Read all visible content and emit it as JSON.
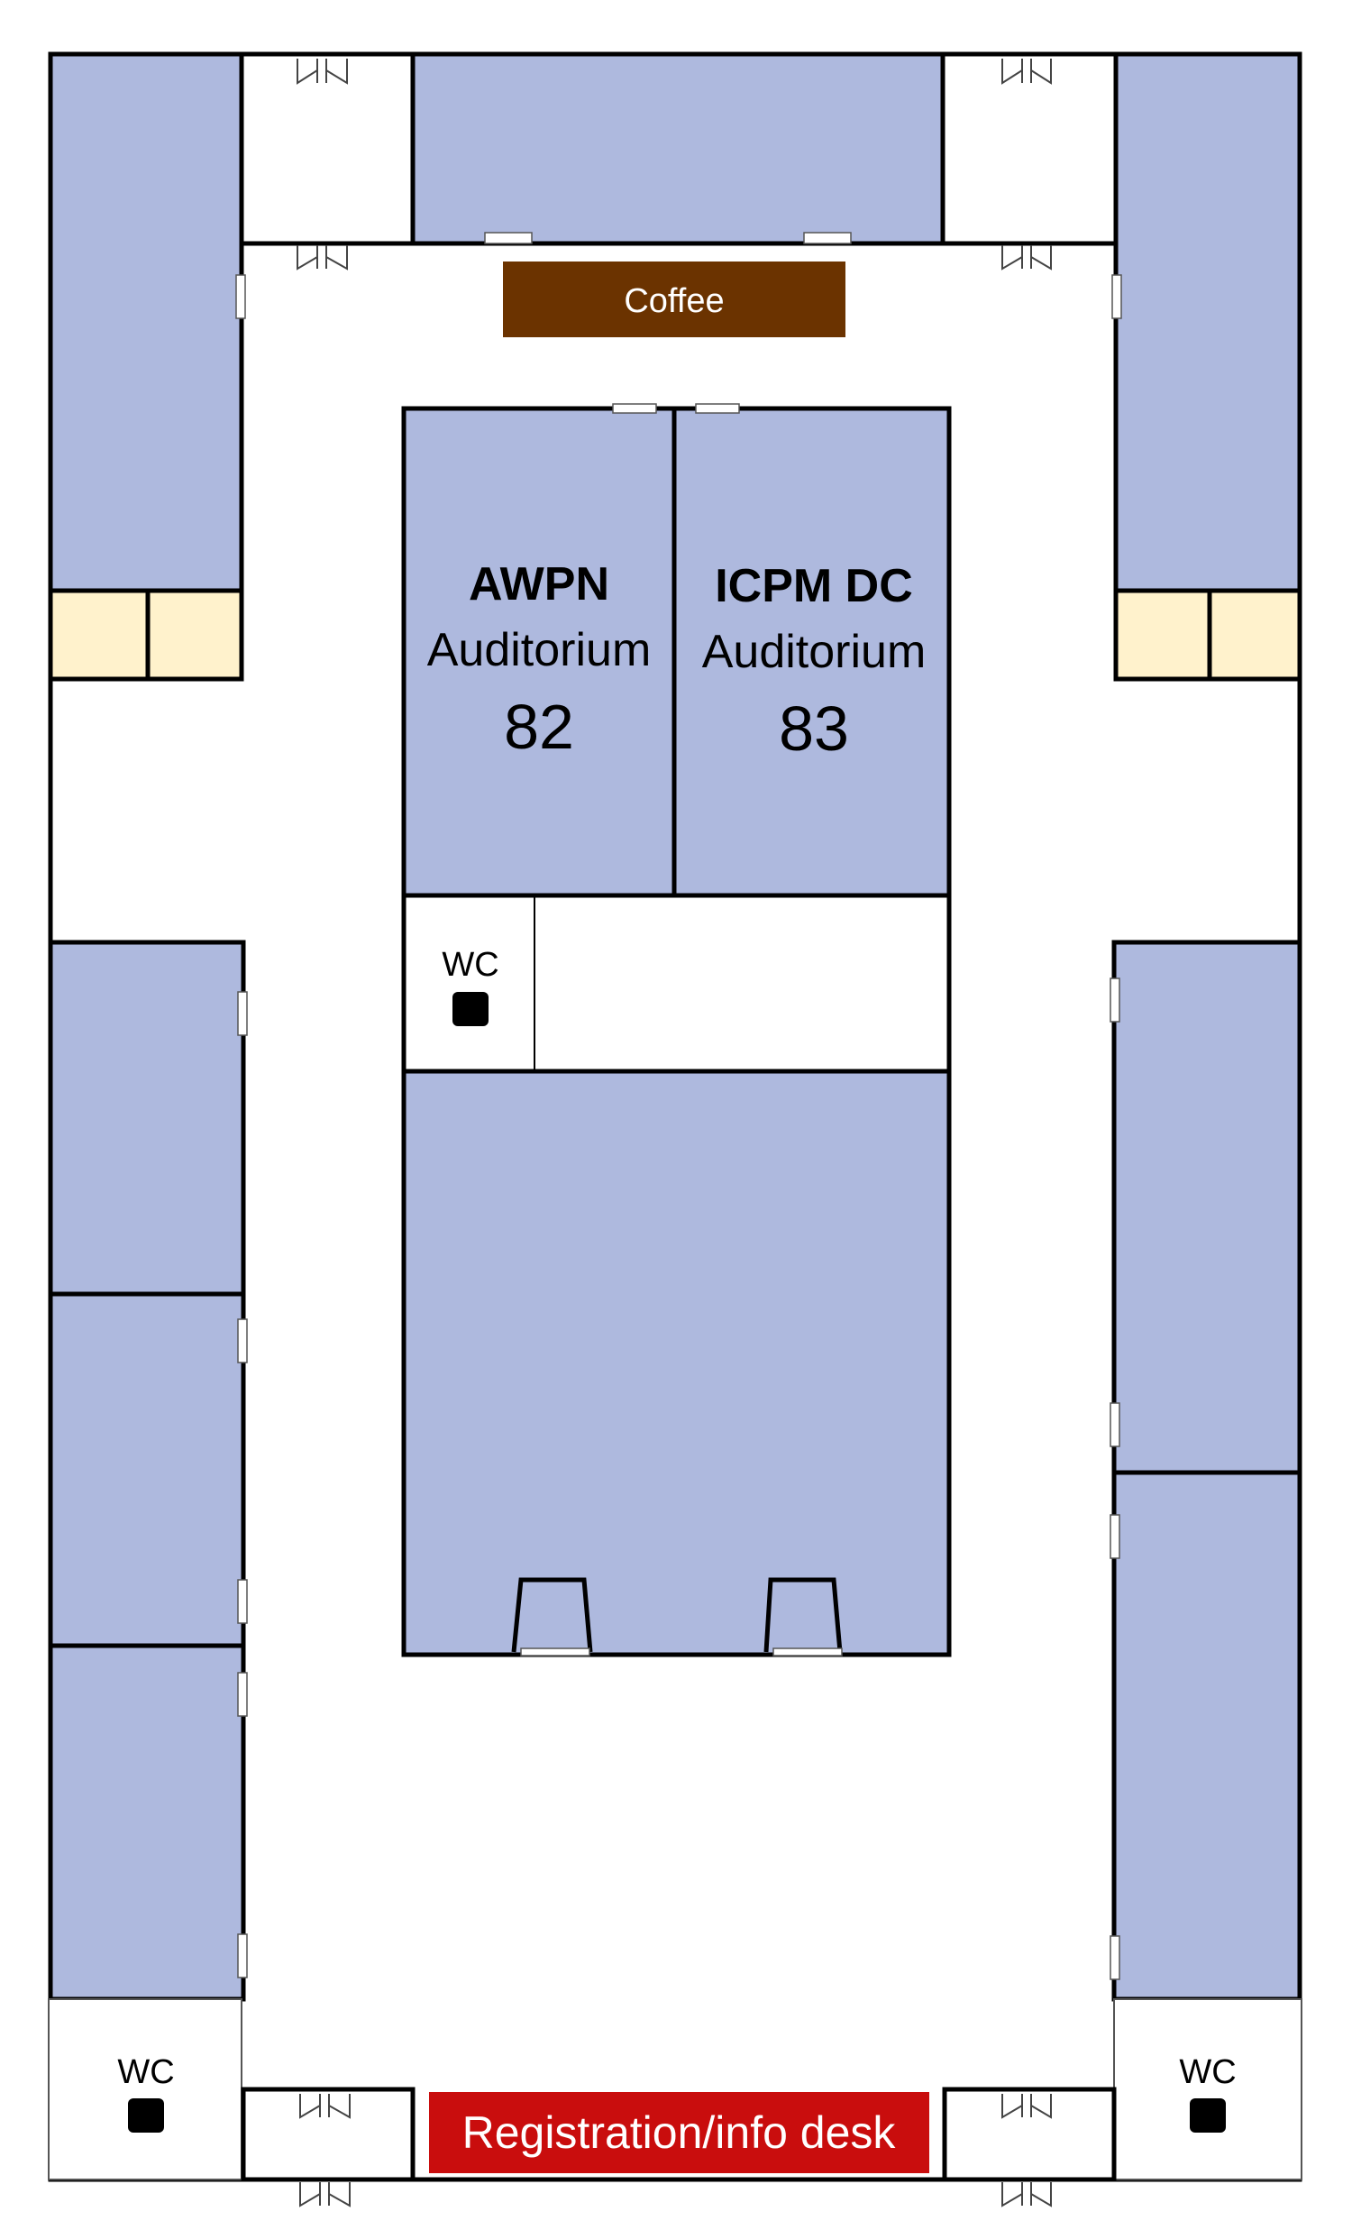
{
  "map": {
    "coffee": {
      "label": "Coffee",
      "color": "#6b3300"
    },
    "registration": {
      "label": "Registration/info desk",
      "color": "#c90d0d"
    },
    "auditorium_82": {
      "name": "AWPN",
      "type": "Auditorium",
      "number": "82"
    },
    "auditorium_83": {
      "name": "ICPM DC",
      "type": "Auditorium",
      "number": "83"
    },
    "wc_label": "WC",
    "colors": {
      "room": "#aeb9de",
      "cream": "#fff2cc",
      "wall": "#000000"
    }
  }
}
